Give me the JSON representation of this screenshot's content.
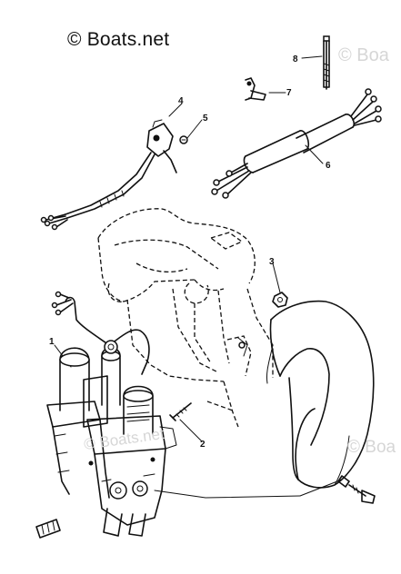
{
  "watermark": {
    "main": "© Boats.net",
    "faint_right": "© Boa",
    "faint_center": "© Boats.net",
    "faint_lower_right": "© Boa"
  },
  "callouts": {
    "part_1": "1",
    "part_2": "2",
    "part_3": "3",
    "part_4": "4",
    "part_5": "5",
    "part_6": "6",
    "part_7": "7",
    "part_8": "8"
  },
  "colors": {
    "ink": "#111111",
    "background": "#ffffff",
    "watermark_faint": "#d6d6d6"
  }
}
